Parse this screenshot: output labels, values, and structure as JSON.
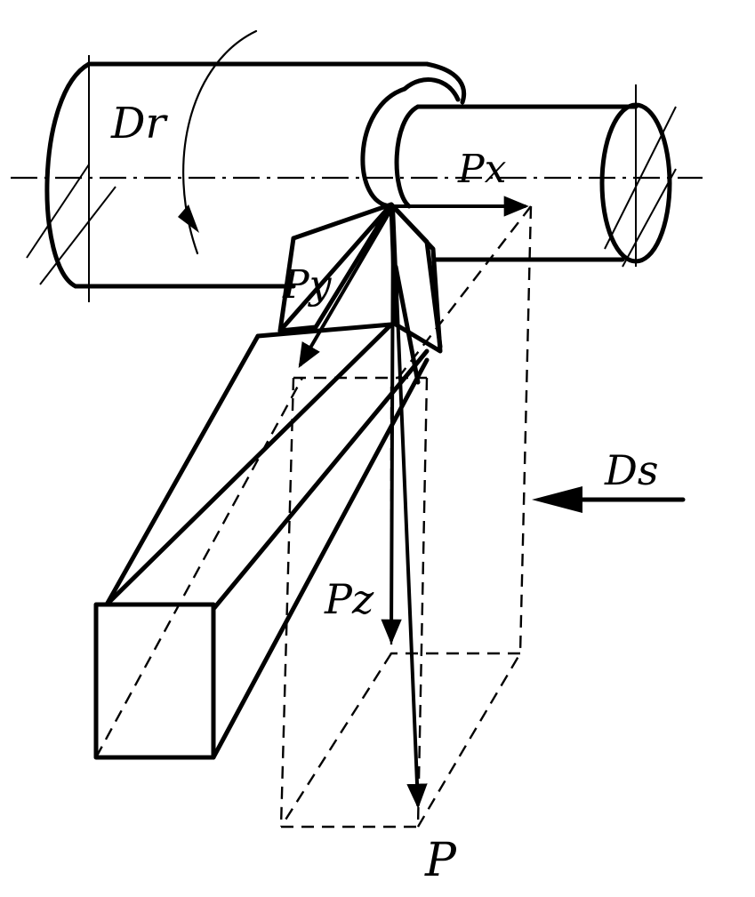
{
  "labels": {
    "main_rotation": "Dr",
    "feed_motion": "Ds",
    "force_px": "Px",
    "force_py": "Py",
    "force_pz": "Pz",
    "resultant": "P"
  }
}
